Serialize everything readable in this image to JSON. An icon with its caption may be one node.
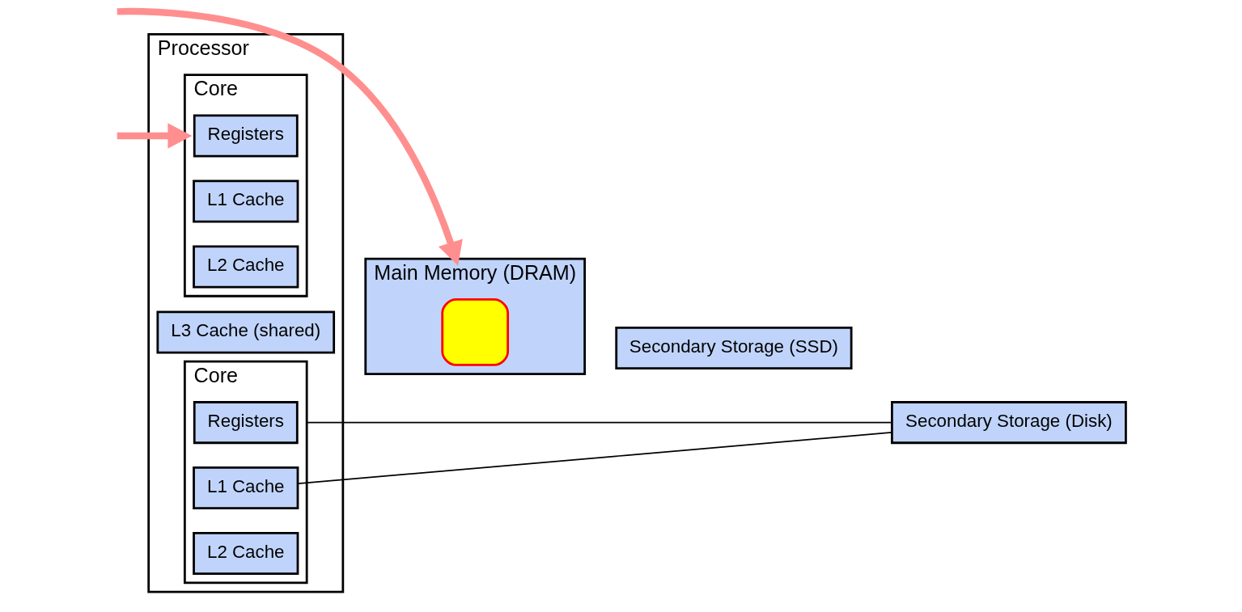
{
  "diagram": {
    "nodes": [
      {
        "text": [
          "Processor"
        ]
      },
      {
        "text": [
          "Core"
        ],
        "in": 0
      },
      {
        "text": [
          "Registers"
        ],
        "in": 1
      },
      {
        "text": [
          "L1 Cache"
        ],
        "in": 1
      },
      {
        "text": [
          "L2 Cache"
        ],
        "in": 1
      },
      {
        "text": [
          "Core"
        ],
        "in": 0
      },
      {
        "text": [
          "Registers"
        ],
        "in": 5
      },
      {
        "text": [
          "L1 Cache"
        ],
        "in": 5
      },
      {
        "text": [
          "L2 Cache"
        ],
        "in": 5
      },
      {
        "text": [
          "L3 Cache (shared)"
        ],
        "in": 0
      },
      {
        "text": [
          "Main Memory (DRAM)"
        ]
      },
      {
        "text": [],
        "shape": "box",
        "in": 10
      },
      {
        "text": [
          "Secondary Storage (SSD)"
        ]
      },
      {
        "text": [
          "Secondary Storage (Disk)"
        ]
      }
    ],
    "edges": [
      {
        "from": null,
        "to": 1,
        "arrow": "to",
        "style": "thick",
        "color": "#ff8f8f"
      },
      {
        "from": null,
        "to": 10,
        "arrow": "to",
        "style": "thick",
        "color": "#ff8f8f"
      },
      {
        "from": 7,
        "to": 13,
        "arrow": "none",
        "color": "#000000"
      },
      {
        "from": 5,
        "to": 13,
        "arrow": "none",
        "color": "#000000"
      }
    ]
  }
}
